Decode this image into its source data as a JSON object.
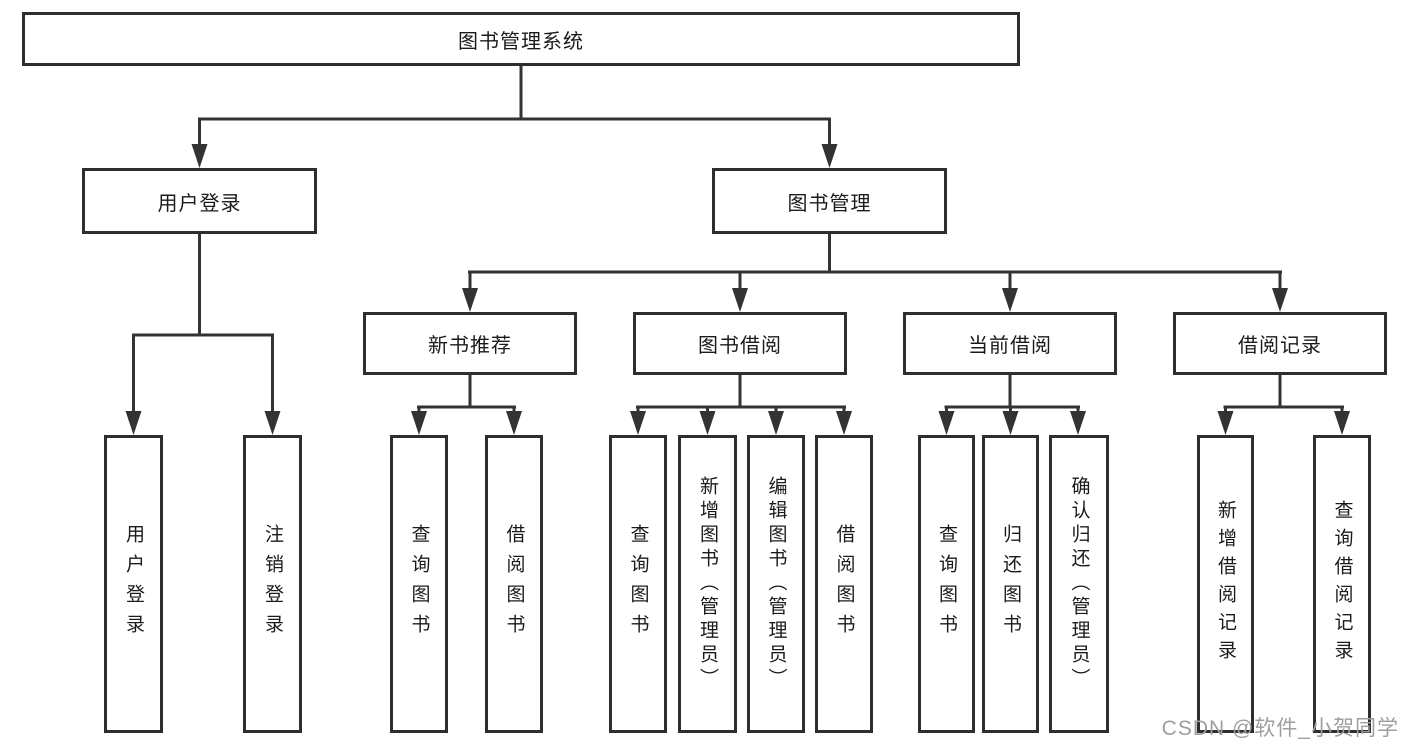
{
  "tree": {
    "root": "图书管理系统",
    "children": [
      {
        "label": "用户登录",
        "children": [
          "用户登录",
          "注销登录"
        ]
      },
      {
        "label": "图书管理",
        "children": [
          {
            "label": "新书推荐",
            "children": [
              "查询图书",
              "借阅图书"
            ]
          },
          {
            "label": "图书借阅",
            "children": [
              "查询图书",
              "新增图书（管理员）",
              "编辑图书（管理员）",
              "借阅图书"
            ]
          },
          {
            "label": "当前借阅",
            "children": [
              "查询图书",
              "归还图书",
              "确认归还（管理员）"
            ]
          },
          {
            "label": "借阅记录",
            "children": [
              "新增借阅记录",
              "查询借阅记录"
            ]
          }
        ]
      }
    ]
  },
  "watermark": {
    "text": "CSDN @软件_小贺同学"
  },
  "colors": {
    "line": "#333333",
    "box_border": "#2e2e2e",
    "text": "#1b1b1b",
    "watermark": "#9e9e9e",
    "background": "#ffffff"
  }
}
